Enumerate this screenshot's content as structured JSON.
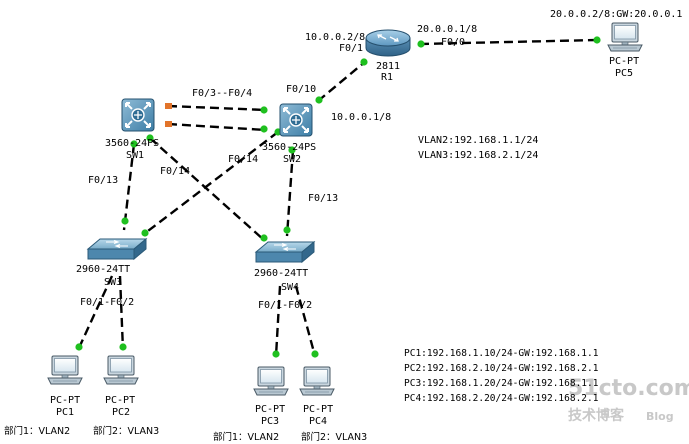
{
  "devices": {
    "r1": {
      "model": "2811",
      "name": "R1",
      "if_f01": "F0/1",
      "if_f00": "F0/0",
      "ip_left": "10.0.0.2/8",
      "ip_right": "20.0.0.1/8"
    },
    "pc5": {
      "type": "PC-PT",
      "name": "PC5",
      "ip": "20.0.0.2/8:GW:20.0.0.1"
    },
    "sw1": {
      "model": "3560-24PS",
      "name": "SW1"
    },
    "sw2": {
      "model": "3560-24PS",
      "name": "SW2",
      "ip": "10.0.0.1/8"
    },
    "sw3": {
      "model": "2960-24TT",
      "name": "SW3",
      "ports": "F0/1-F0/2"
    },
    "sw4": {
      "model": "2960-24TT",
      "name": "SW4",
      "ports": "F0/1-F0/2"
    },
    "pc1": {
      "type": "PC-PT",
      "name": "PC1",
      "dept": "部门1：VLAN2"
    },
    "pc2": {
      "type": "PC-PT",
      "name": "PC2",
      "dept": "部门2：VLAN3"
    },
    "pc3": {
      "type": "PC-PT",
      "name": "PC3",
      "dept": "部门1：VLAN2"
    },
    "pc4": {
      "type": "PC-PT",
      "name": "PC4",
      "dept": "部门2：VLAN3"
    }
  },
  "link_labels": {
    "sw1_sw2": "F0/3--F0/4",
    "sw2_r1": "F0/10",
    "sw1_sw3": "F0/13",
    "sw1_sw4": "F0/14",
    "sw2_sw3": "F0/14",
    "sw2_sw4": "F0/13"
  },
  "vlan_notes": [
    "VLAN2:192.168.1.1/24",
    "VLAN3:192.168.2.1/24"
  ],
  "pc_notes": [
    "PC1:192.168.1.10/24-GW:192.168.1.1",
    "PC2:192.168.2.10/24-GW:192.168.2.1",
    "PC3:192.168.1.20/24-GW:192.168.1.1",
    "PC4:192.168.2.20/24-GW:192.168.2.1"
  ],
  "watermark": {
    "site": "51cto.com",
    "text": "技术博客",
    "blog": "Blog"
  },
  "colors": {
    "link_up": "#1fc01f",
    "link_blocking": "#e2742a",
    "device_blue": "#4f8bb0"
  }
}
